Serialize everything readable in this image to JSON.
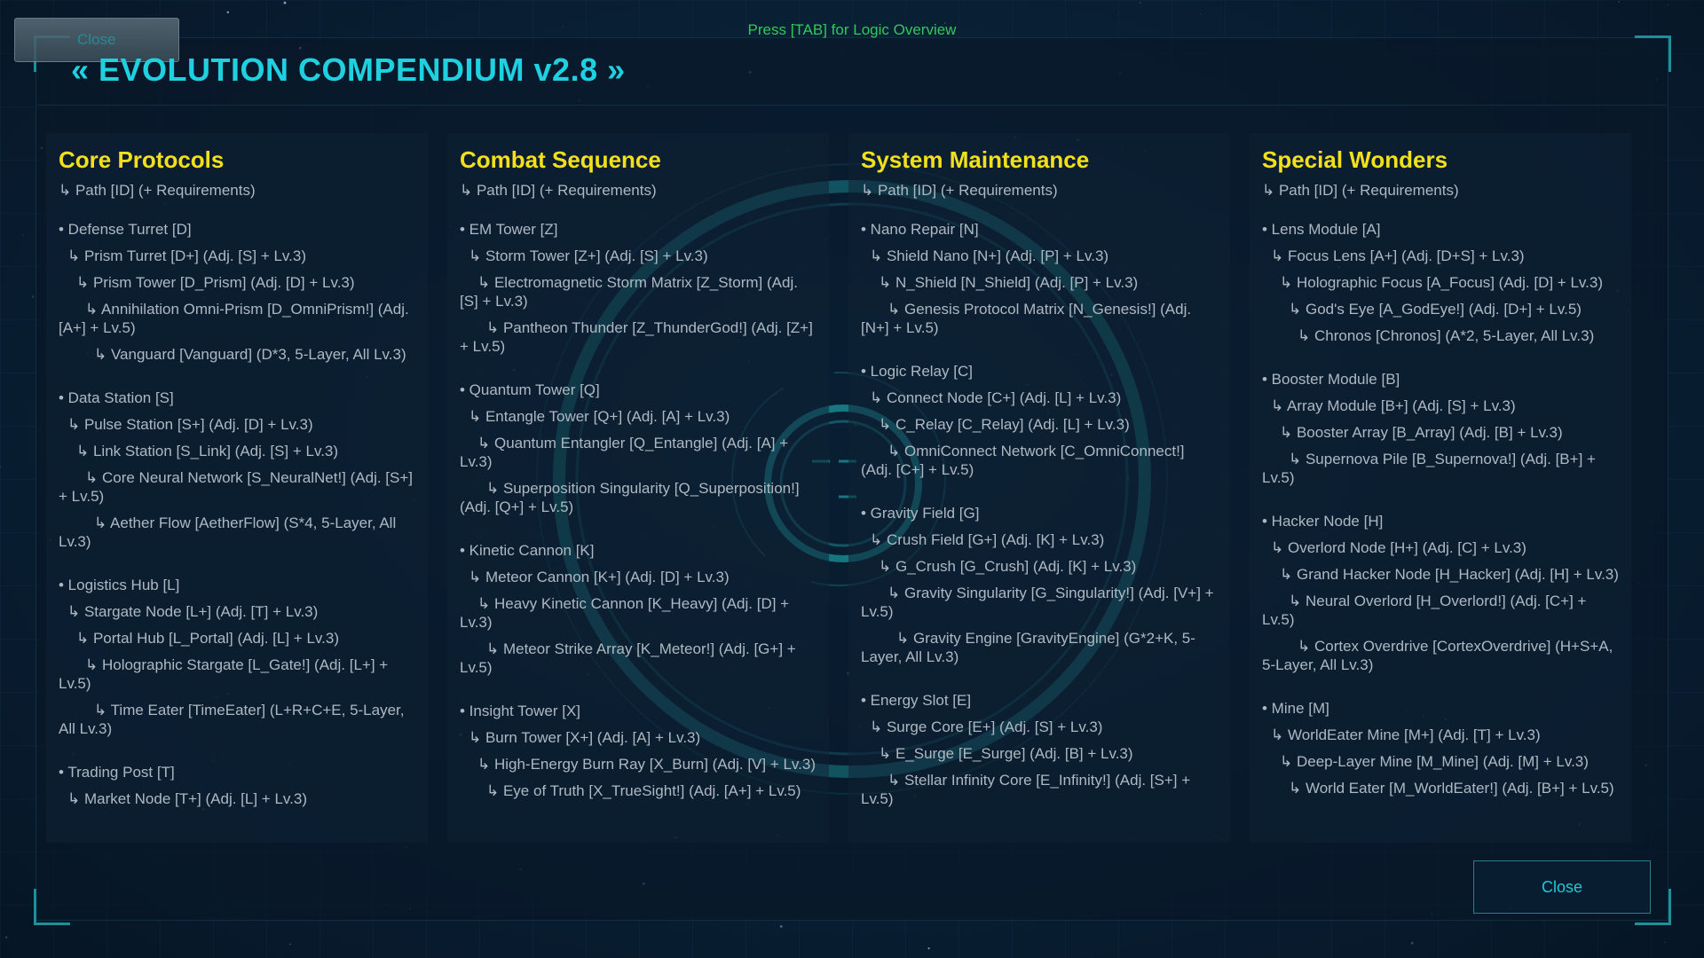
{
  "hint": "Press [TAB] for Logic Overview",
  "title": "« EVOLUTION COMPENDIUM v2.8 »",
  "close_top": "Close",
  "close_bottom": "Close",
  "columns": [
    {
      "heading": "Core Protocols",
      "legend": "↳ Path [ID] (+ Requirements)",
      "groups": [
        {
          "lines": [
            "• Defense Turret [D]",
            "↳ Prism Turret [D+] (Adj. [S] + Lv.3)",
            "↳ Prism Tower [D_Prism] (Adj. [D] + Lv.3)",
            "↳ Annihilation Omni-Prism [D_OmniPrism!] (Adj. [A+] + Lv.5)",
            "↳ Vanguard [Vanguard] (D*3, 5-Layer, All Lv.3)"
          ]
        },
        {
          "lines": [
            "• Data Station [S]",
            "↳ Pulse Station [S+] (Adj. [D] + Lv.3)",
            "↳ Link Station [S_Link] (Adj. [S] + Lv.3)",
            "↳ Core Neural Network [S_NeuralNet!] (Adj. [S+] + Lv.5)",
            "↳ Aether Flow [AetherFlow] (S*4, 5-Layer, All Lv.3)"
          ]
        },
        {
          "lines": [
            "• Logistics Hub [L]",
            "↳ Stargate Node [L+] (Adj. [T] + Lv.3)",
            "↳ Portal Hub [L_Portal] (Adj. [L] + Lv.3)",
            "↳ Holographic Stargate [L_Gate!] (Adj. [L+] + Lv.5)",
            "↳ Time Eater [TimeEater] (L+R+C+E, 5-Layer, All Lv.3)"
          ]
        },
        {
          "lines": [
            "• Trading Post [T]",
            "↳ Market Node [T+] (Adj. [L] + Lv.3)"
          ]
        }
      ]
    },
    {
      "heading": "Combat Sequence",
      "legend": "↳ Path [ID] (+ Requirements)",
      "groups": [
        {
          "lines": [
            "• EM Tower [Z]",
            "↳ Storm Tower [Z+] (Adj. [S] + Lv.3)",
            "↳ Electromagnetic Storm Matrix [Z_Storm] (Adj. [S] + Lv.3)",
            "↳ Pantheon Thunder [Z_ThunderGod!] (Adj. [Z+] + Lv.5)"
          ]
        },
        {
          "lines": [
            "• Quantum Tower [Q]",
            "↳ Entangle Tower [Q+] (Adj. [A] + Lv.3)",
            "↳ Quantum Entangler [Q_Entangle] (Adj. [A] + Lv.3)",
            "↳ Superposition Singularity [Q_Superposition!] (Adj. [Q+] + Lv.5)"
          ]
        },
        {
          "lines": [
            "• Kinetic Cannon [K]",
            "↳ Meteor Cannon [K+] (Adj. [D] + Lv.3)",
            "↳ Heavy Kinetic Cannon [K_Heavy] (Adj. [D] + Lv.3)",
            "↳ Meteor Strike Array [K_Meteor!] (Adj. [G+] + Lv.5)"
          ]
        },
        {
          "lines": [
            "• Insight Tower [X]",
            "↳ Burn Tower [X+] (Adj. [A] + Lv.3)",
            "↳ High-Energy Burn Ray [X_Burn] (Adj. [V] + Lv.3)",
            "↳ Eye of Truth [X_TrueSight!] (Adj. [A+] + Lv.5)"
          ]
        }
      ]
    },
    {
      "heading": "System Maintenance",
      "legend": "↳ Path [ID] (+ Requirements)",
      "groups": [
        {
          "lines": [
            "• Nano Repair [N]",
            "↳ Shield Nano [N+] (Adj. [P] + Lv.3)",
            "↳ N_Shield [N_Shield] (Adj. [P] + Lv.3)",
            "↳ Genesis Protocol Matrix [N_Genesis!] (Adj. [N+] + Lv.5)"
          ]
        },
        {
          "lines": [
            "• Logic Relay [C]",
            "↳ Connect Node [C+] (Adj. [L] + Lv.3)",
            "↳ C_Relay [C_Relay] (Adj. [L] + Lv.3)",
            "↳ OmniConnect Network [C_OmniConnect!] (Adj. [C+] + Lv.5)"
          ]
        },
        {
          "lines": [
            "• Gravity Field [G]",
            "↳ Crush Field [G+] (Adj. [K] + Lv.3)",
            "↳ G_Crush [G_Crush] (Adj. [K] + Lv.3)",
            "↳ Gravity Singularity [G_Singularity!] (Adj. [V+] + Lv.5)",
            "↳ Gravity Engine [GravityEngine] (G*2+K, 5-Layer, All Lv.3)"
          ]
        },
        {
          "lines": [
            "• Energy Slot [E]",
            "↳ Surge Core [E+] (Adj. [S] + Lv.3)",
            "↳ E_Surge [E_Surge] (Adj. [B] + Lv.3)",
            "↳ Stellar Infinity Core [E_Infinity!] (Adj. [S+] + Lv.5)"
          ]
        }
      ]
    },
    {
      "heading": "Special Wonders",
      "legend": "↳ Path [ID] (+ Requirements)",
      "groups": [
        {
          "lines": [
            "• Lens Module [A]",
            "↳ Focus Lens [A+] (Adj. [D+S] + Lv.3)",
            "↳ Holographic Focus [A_Focus] (Adj. [D] + Lv.3)",
            "↳ God's Eye [A_GodEye!] (Adj. [D+] + Lv.5)",
            "↳ Chronos [Chronos] (A*2, 5-Layer, All Lv.3)"
          ]
        },
        {
          "lines": [
            "• Booster Module [B]",
            "↳ Array Module [B+] (Adj. [S] + Lv.3)",
            "↳ Booster Array [B_Array] (Adj. [B] + Lv.3)",
            "↳ Supernova Pile [B_Supernova!] (Adj. [B+] + Lv.5)"
          ]
        },
        {
          "lines": [
            "• Hacker Node [H]",
            "↳ Overlord Node [H+] (Adj. [C] + Lv.3)",
            "↳ Grand Hacker Node [H_Hacker] (Adj. [H] + Lv.3)",
            "↳ Neural Overlord [H_Overlord!] (Adj. [C+] + Lv.5)",
            "↳ Cortex Overdrive [CortexOverdrive] (H+S+A, 5-Layer, All Lv.3)"
          ]
        },
        {
          "lines": [
            "• Mine [M]",
            "↳ WorldEater Mine [M+] (Adj. [T] + Lv.3)",
            "↳ Deep-Layer Mine [M_Mine] (Adj. [M] + Lv.3)",
            "↳ World Eater [M_WorldEater!] (Adj. [B+] + Lv.5)"
          ]
        }
      ]
    }
  ]
}
